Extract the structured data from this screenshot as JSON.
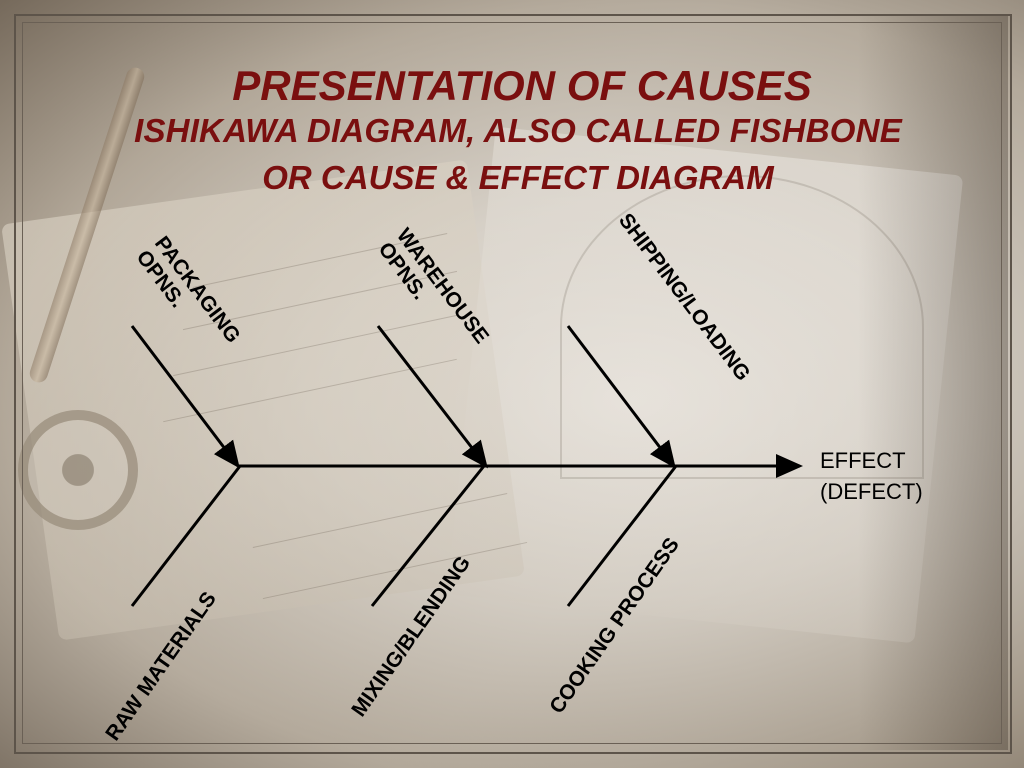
{
  "slide": {
    "title": "PRESENTATION OF CAUSES",
    "subtitle_line1": "ISHIKAWA DIAGRAM, ALSO CALLED FISHBONE",
    "subtitle_line2": "OR CAUSE & EFFECT DIAGRAM"
  },
  "diagram": {
    "upper_causes": [
      {
        "line1": "PACKAGING",
        "line2": "OPNS."
      },
      {
        "line1": "WAREHOUSE",
        "line2": "OPNS."
      },
      {
        "line1": "SHIPPING/LOADING",
        "line2": ""
      }
    ],
    "lower_causes": [
      {
        "label": "RAW MATERIALS"
      },
      {
        "label": "MIXING/BLENDING"
      },
      {
        "label": "COOKING PROCESS"
      }
    ],
    "effect_line1": "EFFECT",
    "effect_line2": "(DEFECT)"
  },
  "colors": {
    "title": "#7a0f0f",
    "lines": "#000000",
    "background": "#d8d1c6"
  }
}
